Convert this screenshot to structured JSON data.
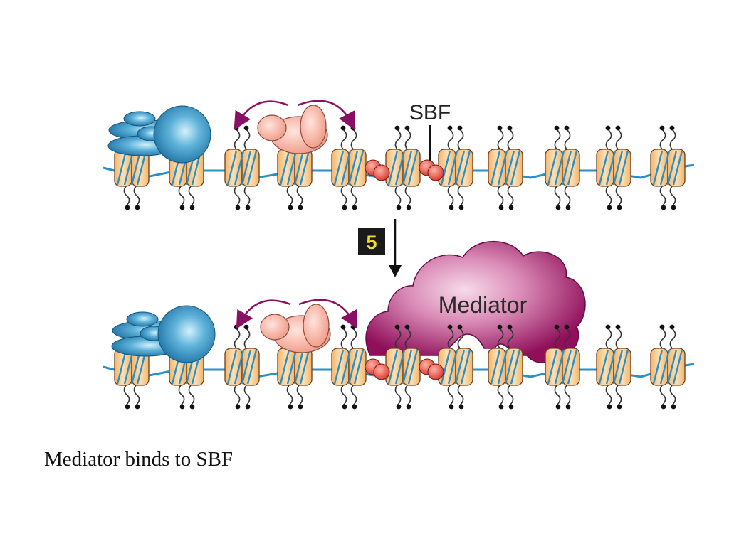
{
  "labels": {
    "sbf": "SBF",
    "step_number": "5",
    "mediator": "Mediator"
  },
  "caption": "Mediator binds to SBF",
  "colors": {
    "dna": "#2a8fc4",
    "histone_fill": "#f8c98b",
    "histone_edge": "#6b3f1c",
    "remodeler": "#2b87b8",
    "remodeler_light": "#cfeaf8",
    "hat": "#f3a08d",
    "hat_light": "#ffe0d6",
    "arrow_curve": "#8a1063",
    "sbf": "#e0433b",
    "mediator": "#8f0f5a",
    "mediator_light": "#f3cfe2",
    "step_badge_bg": "#1a1a1a",
    "step_badge_text": "#f5df18"
  }
}
